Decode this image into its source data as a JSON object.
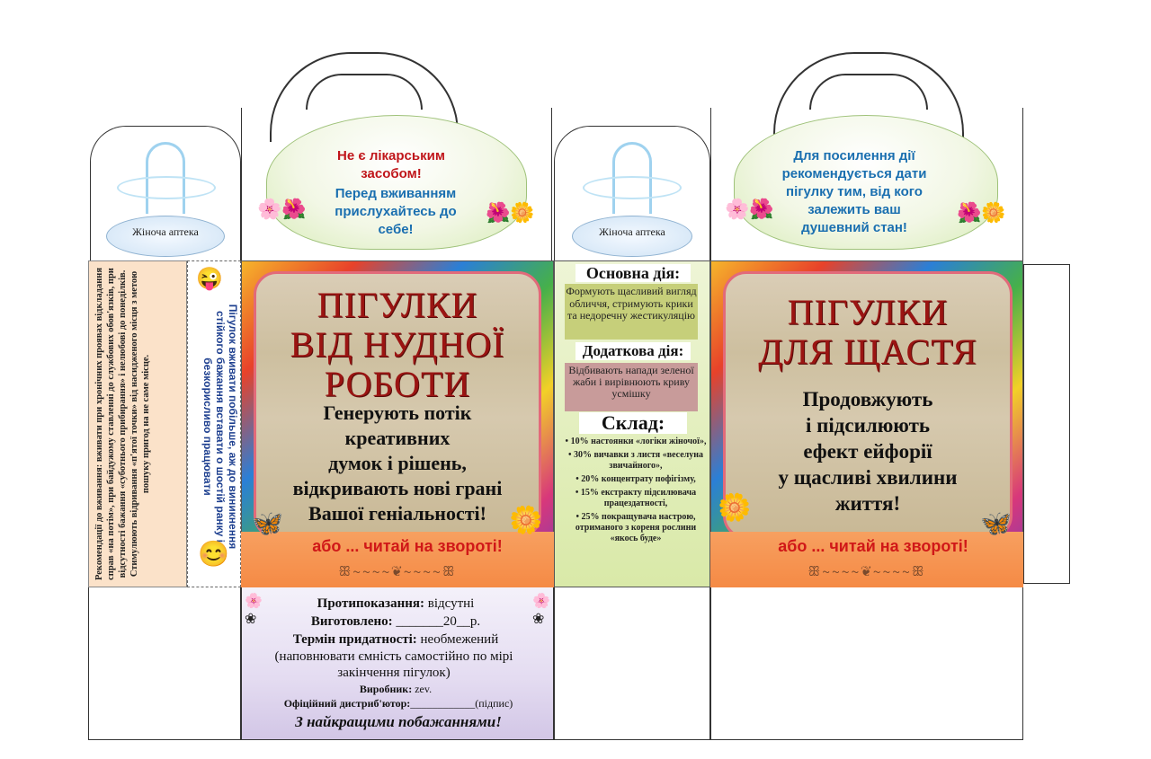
{
  "left_flap": {
    "label": "Жіноча аптека",
    "recommendations": "Рекомендації до вживання: вживати при хронічних проявах відкладання справ «на потім», при байдужому ставленні до службових обов'язків, при відсутності бажання «суботнього прибирання» і нелюбові до понеділків. Стимулюють відривання «п'ятої точки» від насидженого місця з метою пошуку пригод на не саме місце."
  },
  "side_strip": {
    "text": "Пігулок вживати побільше, аж до виникнення стійкого бажання вставати о шостій ранку і безкорисливо працювати"
  },
  "lid_left": {
    "line1": "Не є лікарським засобом!",
    "line2": "Перед вживанням прислухайтесь до себе!",
    "line1_color": "#c0151a",
    "line2_color": "#1a6fb0"
  },
  "lid_right": {
    "text": "Для посилення дії рекомендується дати пігулку тим, від кого залежить ваш душевний стан!",
    "color": "#1a6fb0"
  },
  "middle_flap": {
    "label": "Жіноча аптека"
  },
  "front_left": {
    "title_lines": [
      "ПІГУЛКИ",
      "ВІД НУДНОЇ",
      "РОБОТИ"
    ],
    "subtitle_lines": [
      "Генерують потік",
      "креативних",
      "думок і рішень,",
      "відкривають нові грані",
      "Вашої геніальності!"
    ],
    "tagline": "або ... читай на звороті!"
  },
  "front_right": {
    "title_lines": [
      "ПІГУЛКИ",
      "ДЛЯ ЩАСТЯ"
    ],
    "subtitle_lines": [
      "Продовжують",
      "і підсилюють",
      "ефект ейфорії",
      "у щасливі хвилини",
      "життя!"
    ],
    "tagline": "або ... читай на звороті!"
  },
  "middle_column": {
    "main_action_header": "Основна дія:",
    "main_action_text": "Формують щасливий вигляд обличчя, стримують крики та недоречну жестикуляцію",
    "extra_action_header": "Додаткова дія:",
    "extra_action_text": "Відбивають напади зеленої жаби і вирівнюють криву усмішку",
    "composition_header": "Склад:",
    "composition_items": [
      "10% настоянки «логіки жіночої»,",
      "30% вичавки з листя «веселуна звичайного»,",
      "20% концентрату пофігізму,",
      "15% екстракту підсилювача працездатності,",
      "25% покращувача настрою, отриманого з кореня рослини «якось буде»"
    ]
  },
  "bottom_label": {
    "contraindications_label": "Протипоказання:",
    "contraindications_value": "відсутні",
    "made_label": "Виготовлено:",
    "made_value": "_______20__р.",
    "shelf_label": "Термін придатності:",
    "shelf_value": "необмежений",
    "note": "(наповнювати ємність самостійно по мірі закінчення пігулок)",
    "producer_label": "Виробник:",
    "producer_value": "zev.",
    "distributor_label": "Офіційний дистриб'ютор:",
    "distributor_value": "____________(підпис)",
    "wishes": "З найкращими побажаннями!"
  },
  "colors": {
    "title_red": "#9b1412",
    "tag_red": "#d01818",
    "orange_band": "#f58a45",
    "green_panel": "#d9e9a8",
    "lavender": "#d7cde8"
  }
}
